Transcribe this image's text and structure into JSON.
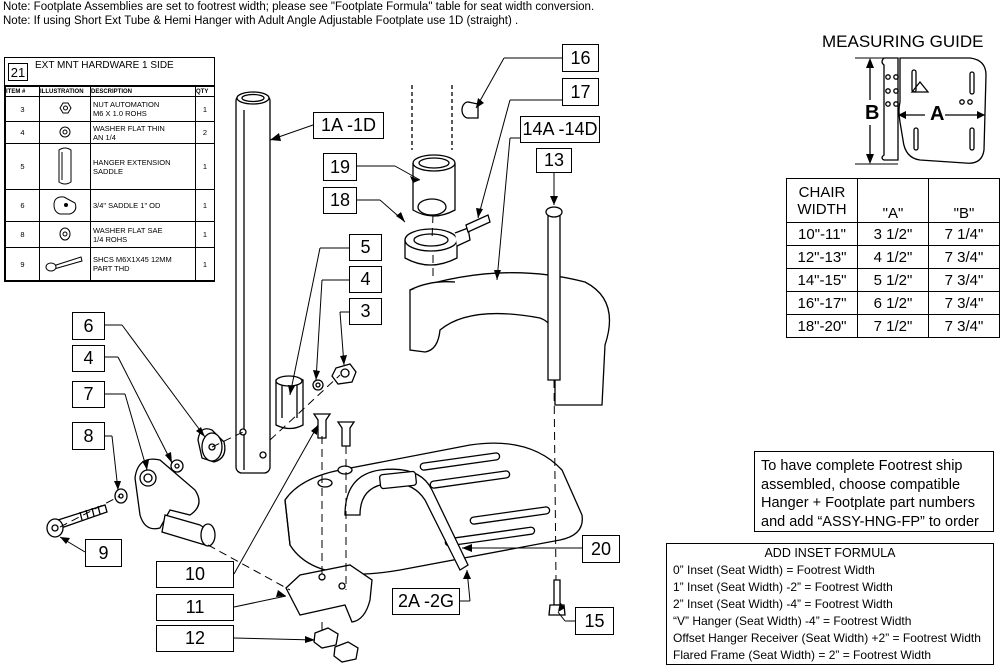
{
  "notes": [
    "Note: Footplate Assemblies are set to footrest width; please see \"Footplate Formula\" table for seat width conversion.",
    "Note: If using Short Ext Tube & Hemi Hanger with Adult Angle Adjustable Footplate use 1D (straight) ."
  ],
  "hardware_table": {
    "number": "21",
    "title": "EXT MNT HARDWARE 1 SIDE",
    "headers": [
      "ITEM #",
      "ILLUSTRATION",
      "DESCRIPTION",
      "QTY"
    ],
    "rows": [
      {
        "item": "3",
        "icon": "hex-nut-icon",
        "desc1": "NUT AUTOMATION",
        "desc2": "M6 X 1.0 ROHS",
        "qty": "1"
      },
      {
        "item": "4",
        "icon": "flat-washer-icon",
        "desc1": "WASHER FLAT THIN",
        "desc2": "AN 1/4",
        "qty": "2"
      },
      {
        "item": "5",
        "icon": "saddle-icon",
        "desc1": "HANGER EXTENSION",
        "desc2": "SADDLE",
        "qty": "1"
      },
      {
        "item": "6",
        "icon": "spacer-icon",
        "desc1": "3/4\" SADDLE 1\" OD",
        "desc2": "",
        "qty": "1"
      },
      {
        "item": "8",
        "icon": "washer-icon",
        "desc1": "WASHER FLAT SAE",
        "desc2": "1/4 ROHS",
        "qty": "1"
      },
      {
        "item": "9",
        "icon": "bolt-icon",
        "desc1": "SHCS M6X1X45 12MM",
        "desc2": "PART THD",
        "qty": "1"
      }
    ]
  },
  "callouts": {
    "c1": "1A -1D",
    "c16": "16",
    "c17": "17",
    "c14": "14A -14D",
    "c13": "13",
    "c19": "19",
    "c18": "18",
    "c5": "5",
    "c4a": "4",
    "c3": "3",
    "c6": "6",
    "c4b": "4",
    "c7": "7",
    "c8": "8",
    "c9": "9",
    "c10": "10",
    "c11": "11",
    "c12": "12",
    "c2": "2A -2G",
    "c20": "20",
    "c15": "15"
  },
  "measuring_guide": {
    "title": "MEASURING GUIDE",
    "label_a": "A",
    "label_b": "B"
  },
  "chair_table": {
    "headers": [
      "CHAIR\nWIDTH",
      "\"A\"",
      "\"B\""
    ],
    "header_col1_line1": "CHAIR",
    "header_col1_line2": "WIDTH",
    "rows": [
      [
        "10\"-11\"",
        "3 1/2\"",
        "7 1/4\""
      ],
      [
        "12\"-13\"",
        "4 1/2\"",
        "7 3/4\""
      ],
      [
        "14\"-15\"",
        "5 1/2\"",
        "7 3/4\""
      ],
      [
        "16\"-17\"",
        "6 1/2\"",
        "7 3/4\""
      ],
      [
        "18\"-20\"",
        "7 1/2\"",
        "7 3/4\""
      ]
    ]
  },
  "ship_note": {
    "lines": [
      "To have complete Footrest ship",
      "assembled, choose compatible",
      "Hanger + Footplate part numbers",
      "and add “ASSY-HNG-FP” to order"
    ]
  },
  "formula": {
    "title": "ADD INSET FORMULA",
    "lines": [
      "0” Inset (Seat Width) = Footrest Width",
      "1” Inset (Seat Width) -2” = Footrest Width",
      "2” Inset (Seat Width) -4” = Footrest Width",
      "“V” Hanger (Seat Width) -4” = Footrest Width",
      "Offset Hanger Receiver (Seat Width) +2” = Footrest Width",
      "Flared Frame (Seat Width) = 2” = Footrest Width"
    ]
  }
}
